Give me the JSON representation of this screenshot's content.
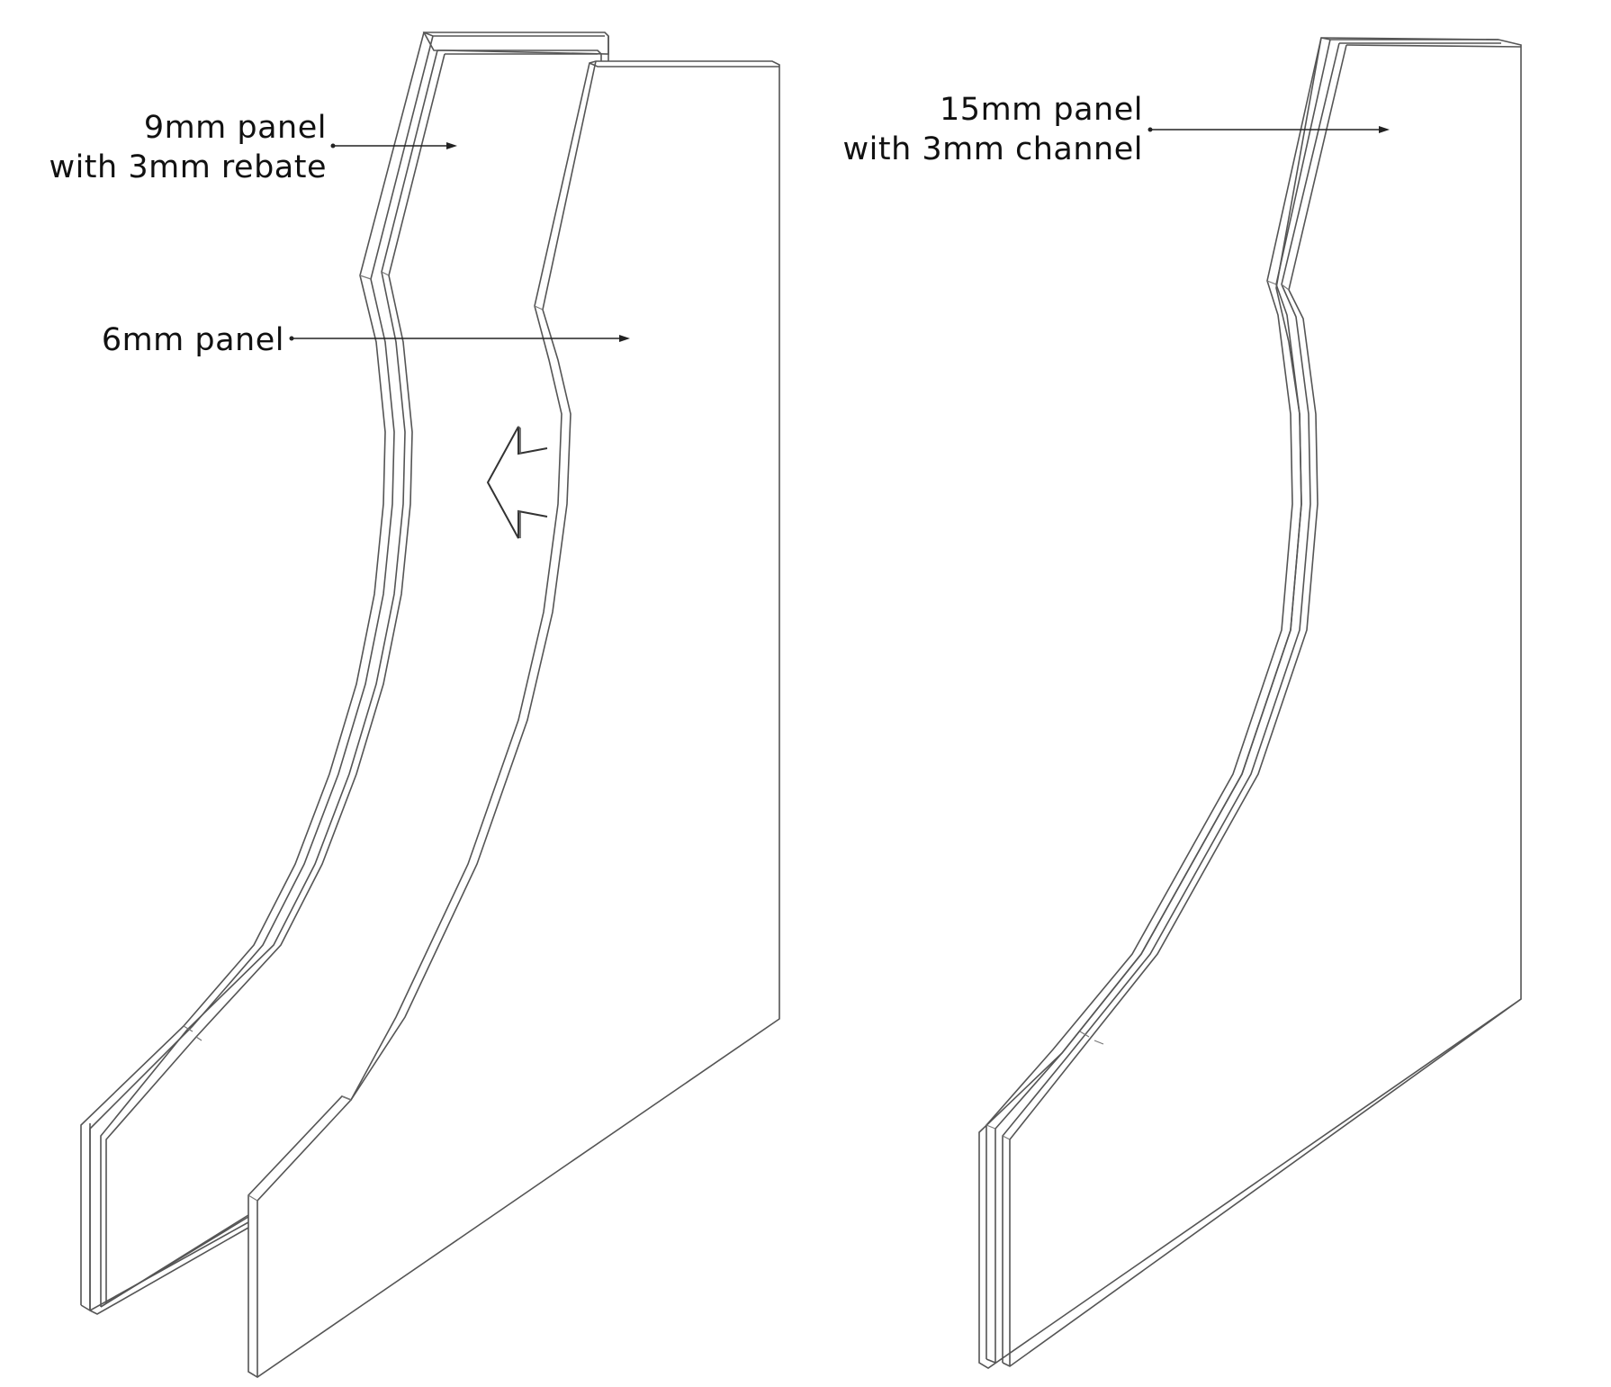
{
  "diagram": {
    "title": "",
    "left_assembly": {
      "labels": [
        {
          "id": "label-9mm",
          "lines": [
            "9mm panel",
            "with 3mm rebate"
          ]
        },
        {
          "id": "label-6mm",
          "lines": [
            "6mm panel"
          ]
        }
      ],
      "parts": [
        "9mm panel with 3mm rebate",
        "6mm panel"
      ],
      "annotation": "insertion arrow pointing left (6mm panel slides into rebate)"
    },
    "right_assembly": {
      "labels": [
        {
          "id": "label-15mm",
          "lines": [
            "15mm panel",
            "with 3mm channel"
          ]
        }
      ],
      "parts": [
        "15mm panel with 3mm channel"
      ]
    },
    "colors": {
      "line": "#555555",
      "text": "#111111",
      "background": "#ffffff"
    }
  }
}
